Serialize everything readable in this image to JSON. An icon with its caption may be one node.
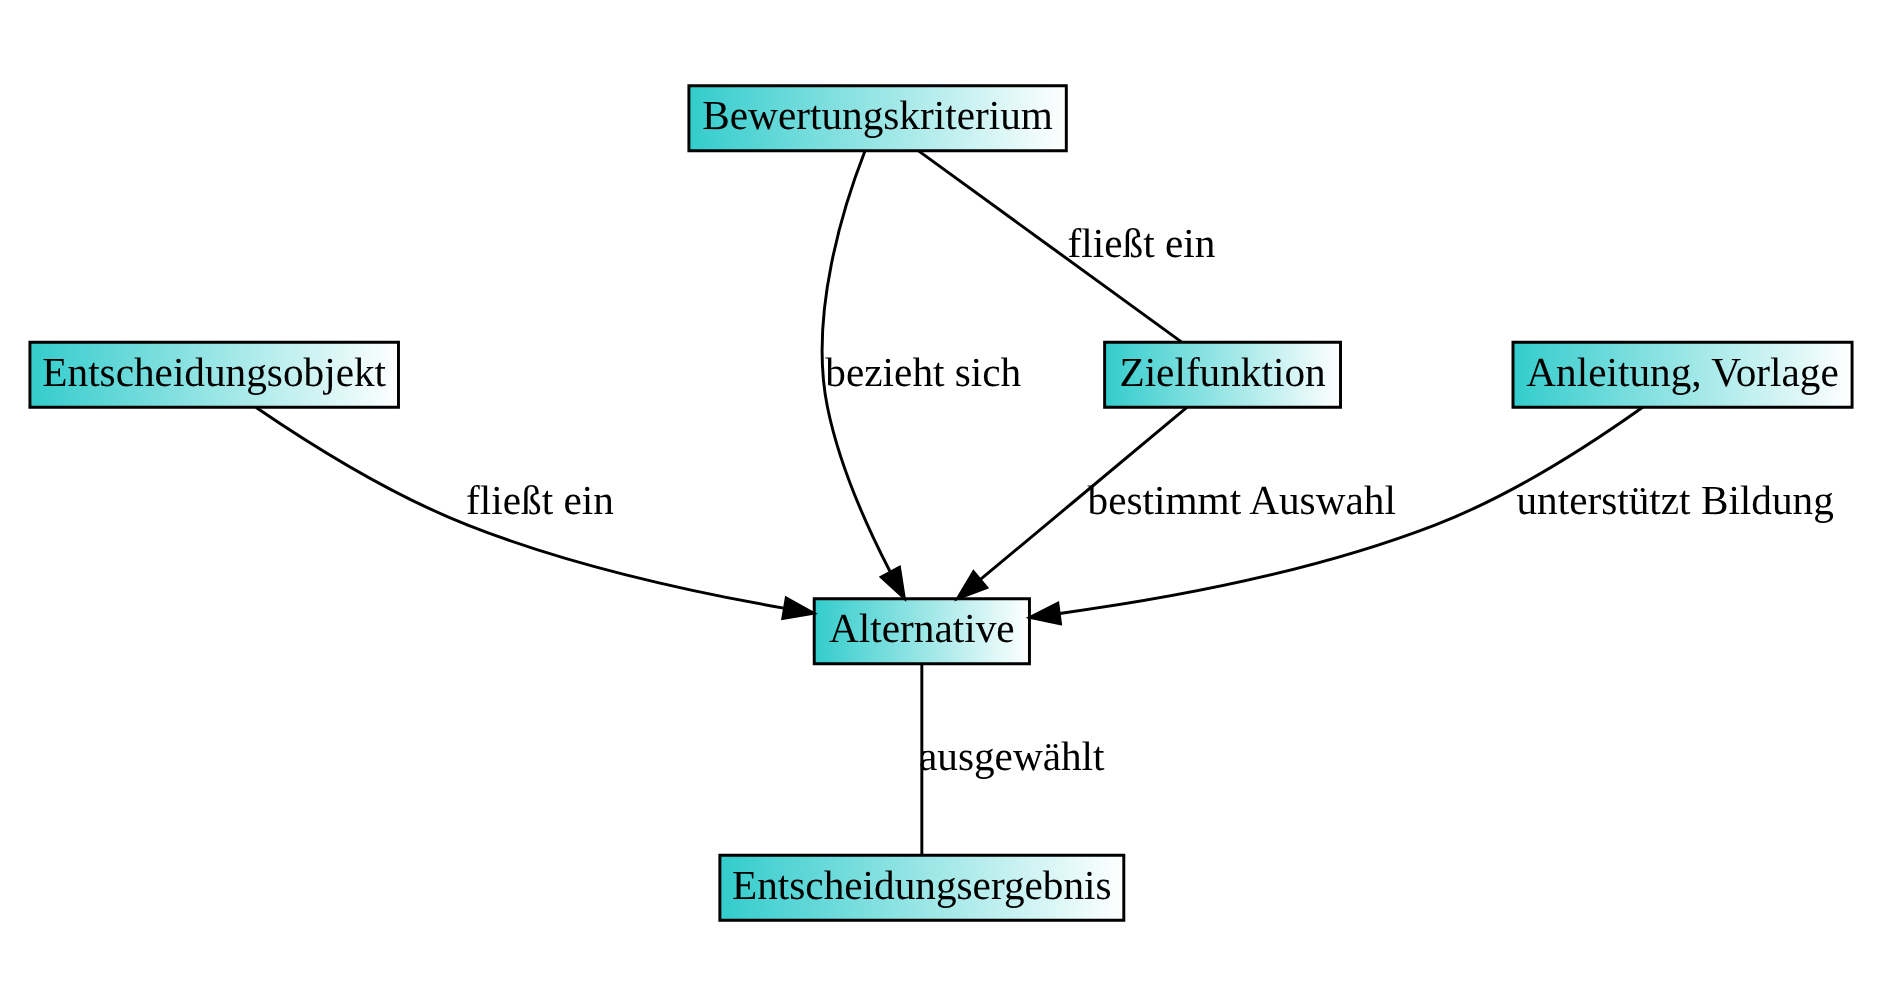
{
  "diagram": {
    "nodes": [
      {
        "text": [
          "Entscheidungsobjekt"
        ]
      },
      {
        "text": [
          "Bewertungskriterium"
        ]
      },
      {
        "text": [
          "Anleitung, Vorlage"
        ]
      },
      {
        "text": [
          "Alternative"
        ]
      },
      {
        "text": [
          "Zielfunktion"
        ]
      },
      {
        "text": [
          "Entscheidungsergebnis"
        ]
      }
    ],
    "edges": [
      {
        "from": 0,
        "to": 3,
        "arrow": "to",
        "label": "fließt ein"
      },
      {
        "from": 1,
        "to": 3,
        "arrow": "to",
        "label": "bezieht sich"
      },
      {
        "from": 1,
        "to": 4,
        "arrow": "none",
        "label": "fließt ein"
      },
      {
        "from": 2,
        "to": 3,
        "arrow": "to",
        "label": "unterstützt Bildung"
      },
      {
        "from": 4,
        "to": 3,
        "arrow": "to",
        "label": "bestimmt Auswahl"
      },
      {
        "from": 3,
        "to": 5,
        "arrow": "none",
        "label": "ausgewählt"
      }
    ]
  }
}
